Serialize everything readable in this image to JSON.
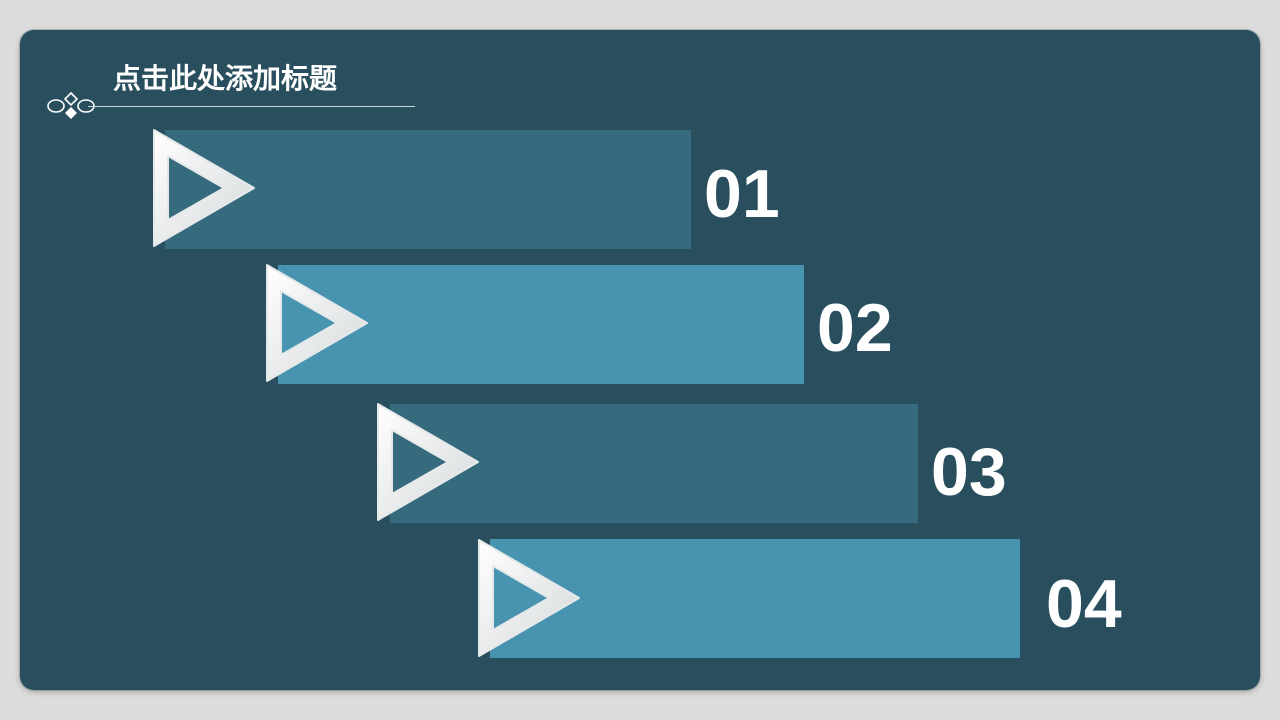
{
  "slide": {
    "title": "点击此处添加标题",
    "colors": {
      "frame": "#dcdcdc",
      "panel": "#294f5f",
      "bar_dark": "#366a7d",
      "bar_light": "#4894b0",
      "text": "#ffffff"
    }
  },
  "items": [
    {
      "number": "01",
      "tone": "dark",
      "icon": "play-triangle-icon"
    },
    {
      "number": "02",
      "tone": "light",
      "icon": "play-triangle-icon"
    },
    {
      "number": "03",
      "tone": "dark",
      "icon": "play-triangle-icon"
    },
    {
      "number": "04",
      "tone": "light",
      "icon": "play-triangle-icon"
    }
  ]
}
